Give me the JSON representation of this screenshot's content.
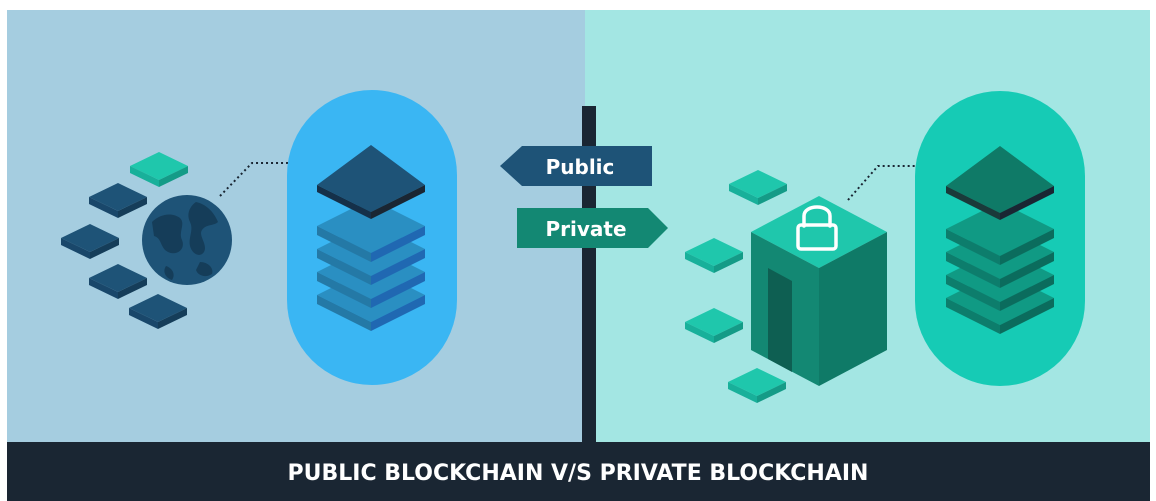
{
  "caption": "PUBLIC BLOCKCHAIN V/S PRIVATE BLOCKCHAIN",
  "signs": {
    "public_label": "Public",
    "private_label": "Private"
  },
  "icons": {
    "globe": "globe-icon",
    "lock": "lock-icon"
  },
  "colors": {
    "public_background": "#a5cde0",
    "private_background": "#a3e6e3",
    "public_capsule": "#3ab6f3",
    "private_capsule": "#16cbb5",
    "public_sign": "#1e5377",
    "private_sign": "#138873",
    "caption_bar": "#1a2633"
  }
}
